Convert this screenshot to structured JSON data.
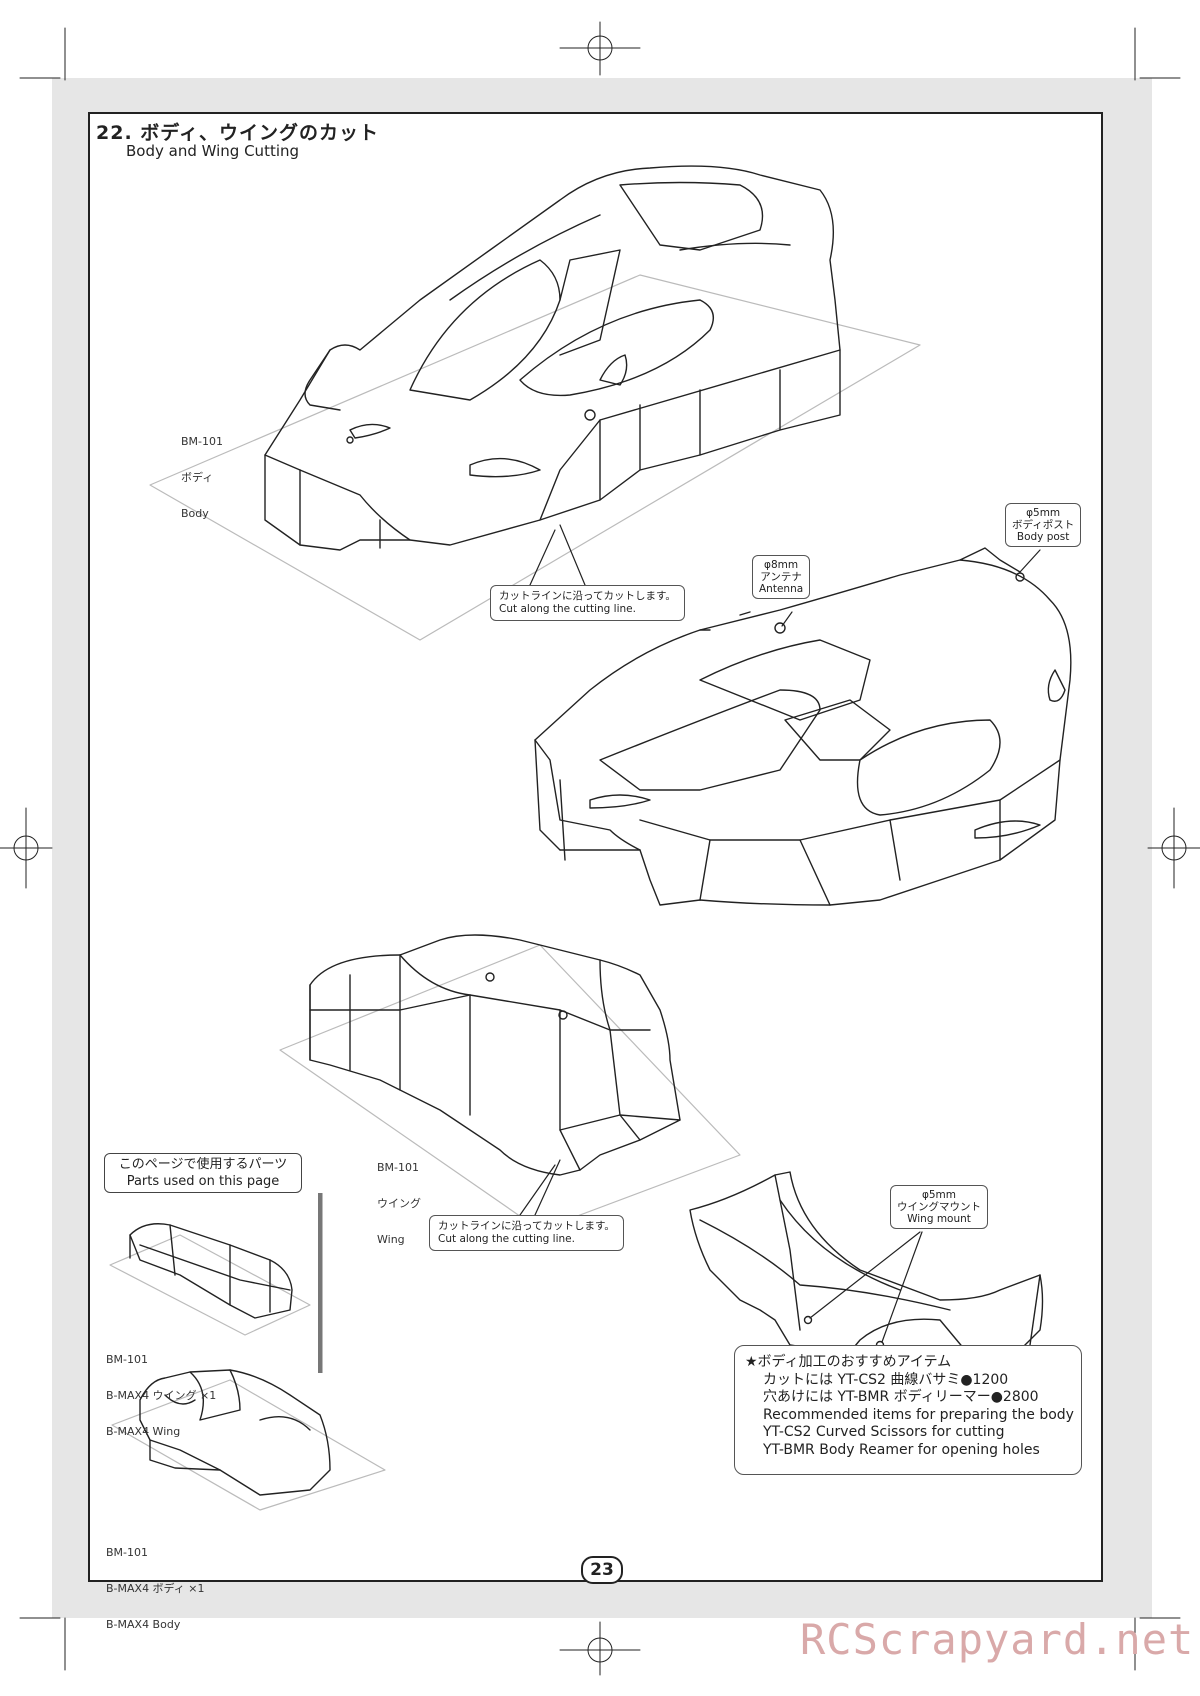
{
  "heading": {
    "jp": "22. ボディ、ウイングのカット",
    "en": "Body and Wing Cutting"
  },
  "labels": {
    "body_part": [
      "BM-101",
      "ボディ",
      "Body"
    ],
    "wing_part": [
      "BM-101",
      "ウイング",
      "Wing"
    ],
    "body_cut": [
      "カットラインに沿ってカットします。",
      "Cut along the cutting line."
    ],
    "wing_cut": [
      "カットラインに沿ってカットします。",
      "Cut along the cutting line."
    ],
    "antenna": [
      "φ8mm",
      "アンテナ",
      "Antenna"
    ],
    "body_post": [
      "φ5mm",
      "ボディポスト",
      "Body post"
    ],
    "wing_mount": [
      "φ5mm",
      "ウイングマウント",
      "Wing mount"
    ]
  },
  "parts_panel": {
    "title_jp": "このページで使用するパーツ",
    "title_en": "Parts used on this page",
    "wing": [
      "BM-101",
      "B-MAX4 ウイング ×1",
      "B-MAX4 Wing"
    ],
    "body": [
      "BM-101",
      "B-MAX4 ボディ ×1",
      "B-MAX4 Body"
    ]
  },
  "recommended": [
    "★ボディ加工のおすすめアイテム",
    "カットには YT-CS2 曲線バサミ●1200",
    "穴あけには YT-BMR ボディリーマー●2800",
    "Recommended items for preparing the body",
    "YT-CS2 Curved Scissors for cutting",
    "YT-BMR Body Reamer for opening holes"
  ],
  "page_number": "23",
  "watermark": "RCScrapyard.net"
}
